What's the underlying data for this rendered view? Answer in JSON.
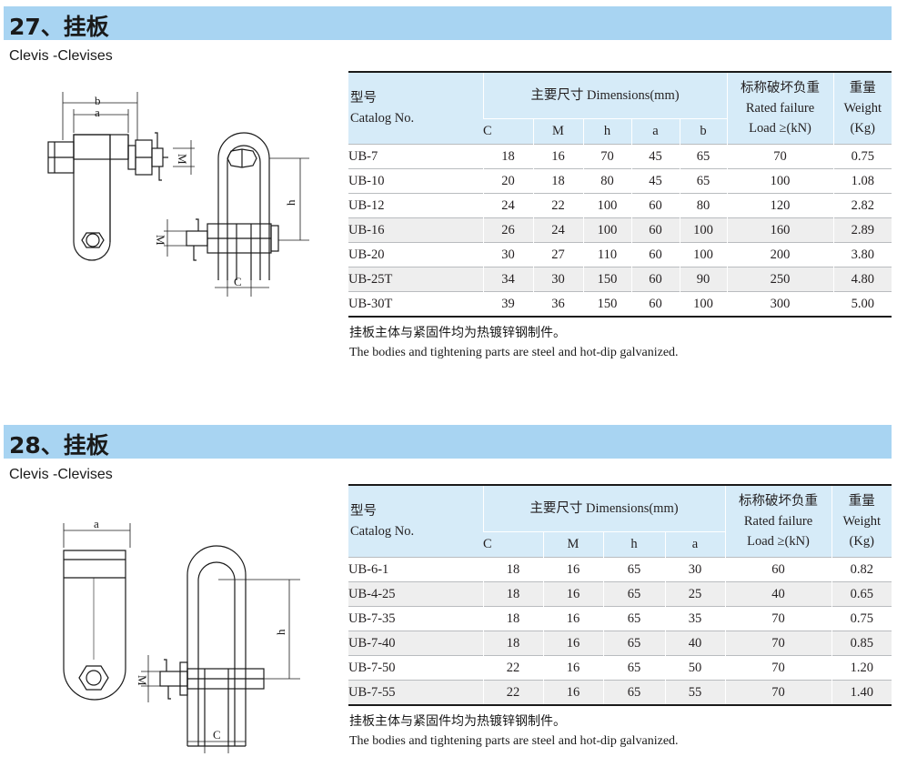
{
  "section1": {
    "title": "27、挂板",
    "subtitle": "Clevis -Clevises",
    "drawing_labels": {
      "b": "b",
      "a": "a",
      "M1": "M",
      "h": "h",
      "M2": "M",
      "C": "C"
    },
    "header": {
      "catalog_cn": "型号",
      "catalog_en": "Catalog No.",
      "dimensions": "主要尺寸 Dimensions(mm)",
      "rated_cn": "标称破坏负重",
      "rated_en1": "Rated failure",
      "rated_en2": "Load ≥(kN)",
      "weight_cn": "重量",
      "weight_en": "Weight",
      "weight_unit": "(Kg)",
      "cols": [
        "C",
        "M",
        "h",
        "a",
        "b"
      ]
    },
    "rows": [
      [
        "UB-7",
        "18",
        "16",
        "70",
        "45",
        "65",
        "70",
        "0.75"
      ],
      [
        "UB-10",
        "20",
        "18",
        "80",
        "45",
        "65",
        "100",
        "1.08"
      ],
      [
        "UB-12",
        "24",
        "22",
        "100",
        "60",
        "80",
        "120",
        "2.82"
      ],
      [
        "UB-16",
        "26",
        "24",
        "100",
        "60",
        "100",
        "160",
        "2.89"
      ],
      [
        "UB-20",
        "30",
        "27",
        "110",
        "60",
        "100",
        "200",
        "3.80"
      ],
      [
        "UB-25T",
        "34",
        "30",
        "150",
        "60",
        "90",
        "250",
        "4.80"
      ],
      [
        "UB-30T",
        "39",
        "36",
        "150",
        "60",
        "100",
        "300",
        "5.00"
      ]
    ],
    "note_cn": "挂板主体与紧固件均为热镀锌钢制件。",
    "note_en": "The bodies and tightening parts are steel and hot-dip galvanized."
  },
  "section2": {
    "title": "28、挂板",
    "subtitle": "Clevis -Clevises",
    "drawing_labels": {
      "a": "a",
      "h": "h",
      "M": "M",
      "C": "C"
    },
    "header": {
      "catalog_cn": "型号",
      "catalog_en": "Catalog No.",
      "dimensions": "主要尺寸 Dimensions(mm)",
      "rated_cn": "标称破坏负重",
      "rated_en1": "Rated failure",
      "rated_en2": "Load ≥(kN)",
      "weight_cn": "重量",
      "weight_en": "Weight",
      "weight_unit": "(Kg)",
      "cols": [
        "C",
        "M",
        "h",
        "a"
      ]
    },
    "rows": [
      [
        "UB-6-1",
        "18",
        "16",
        "65",
        "30",
        "60",
        "0.82"
      ],
      [
        "UB-4-25",
        "18",
        "16",
        "65",
        "25",
        "40",
        "0.65"
      ],
      [
        "UB-7-35",
        "18",
        "16",
        "65",
        "35",
        "70",
        "0.75"
      ],
      [
        "UB-7-40",
        "18",
        "16",
        "65",
        "40",
        "70",
        "0.85"
      ],
      [
        "UB-7-50",
        "22",
        "16",
        "65",
        "50",
        "70",
        "1.20"
      ],
      [
        "UB-7-55",
        "22",
        "16",
        "65",
        "55",
        "70",
        "1.40"
      ]
    ],
    "note_cn": "挂板主体与紧固件均为热镀锌钢制件。",
    "note_en": "The bodies and tightening parts are steel and hot-dip galvanized."
  }
}
